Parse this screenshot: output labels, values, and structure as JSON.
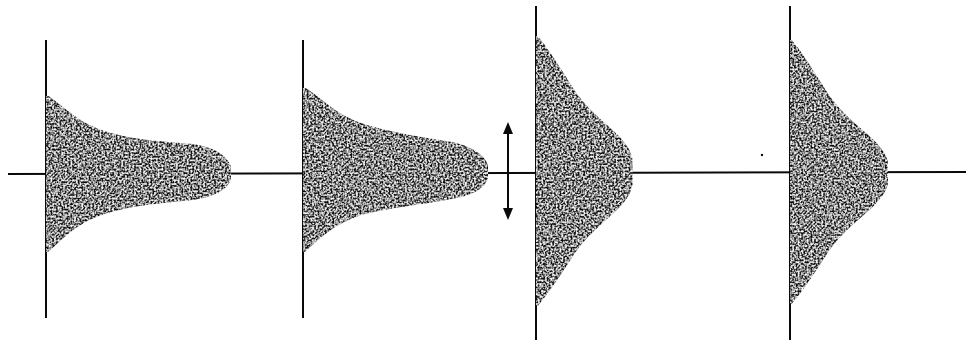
{
  "figure": {
    "panel_count": 4,
    "colors": {
      "ink": "#0a0a0a",
      "speckle": "#ffffff",
      "paper": "#ffffff"
    },
    "panels": [
      {
        "shape": "flattened-elongated"
      },
      {
        "shape": "flattened-elongated"
      },
      {
        "shape": "tall-bell"
      },
      {
        "shape": "tall-bell"
      }
    ],
    "annotations": [
      {
        "type": "double-arrow-vertical",
        "between_panels": [
          2,
          3
        ]
      }
    ]
  }
}
